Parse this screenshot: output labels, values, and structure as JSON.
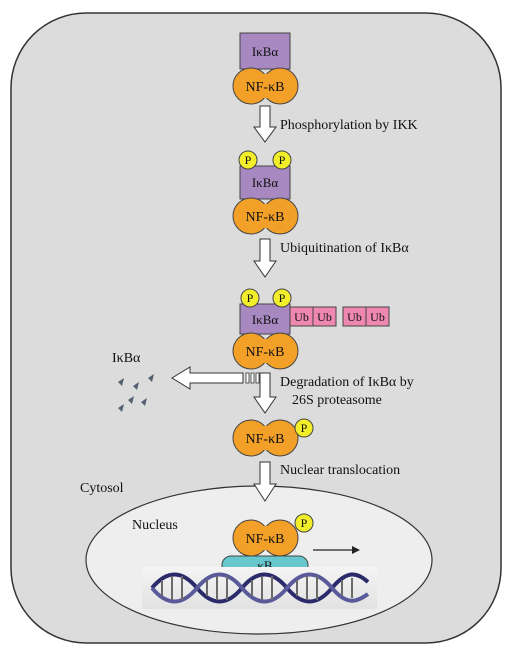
{
  "colors": {
    "cell_fill": "#dcdcdc",
    "cell_stroke": "#333333",
    "nucleus_fill": "#eeeeee",
    "ikb_fill": "#a888c0",
    "nfkb_fill": "#f2a028",
    "phospho_fill": "#f2ee2a",
    "ub_fill": "#ee88b0",
    "kb_fill": "#66c8cc"
  },
  "labels": {
    "ikba": "IκBα",
    "nfkb": "NF-κB",
    "p": "P",
    "ub": "Ub",
    "kb": "κB",
    "step_phosphorylation": "Phosphorylation by IKK",
    "step_ubiquitination": "Ubiquitination of IκBα",
    "step_degradation_line1": "Degradation of IκBα by",
    "step_degradation_line2": "26S proteasome",
    "step_translocation": "Nuclear translocation",
    "released_ikba": "IκBα",
    "cytosol": "Cytosol",
    "nucleus": "Nucleus"
  },
  "icons": [
    "dna-helix-icon",
    "transcription-arrow-icon"
  ]
}
